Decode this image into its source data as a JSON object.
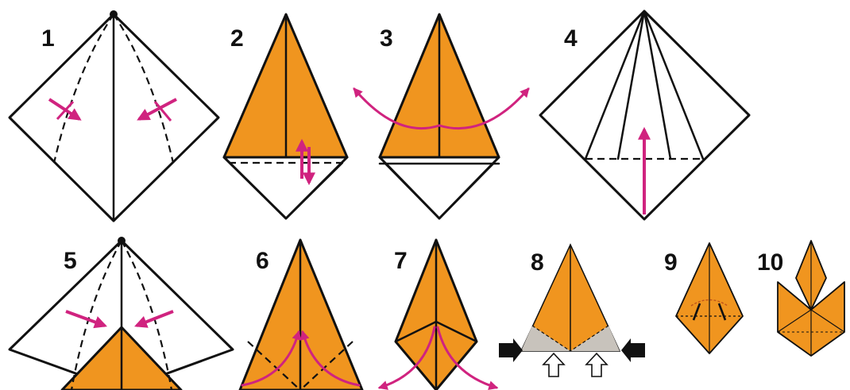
{
  "colors": {
    "paper": "#ffffff",
    "orange": "#f0951f",
    "line": "#111111",
    "arrow": "#d0237f",
    "shade": "#c8c3bc"
  },
  "steps": [
    {
      "label": "1"
    },
    {
      "label": "2"
    },
    {
      "label": "3"
    },
    {
      "label": "4"
    },
    {
      "label": "5"
    },
    {
      "label": "6"
    },
    {
      "label": "7"
    },
    {
      "label": "8"
    },
    {
      "label": "9"
    },
    {
      "label": "10"
    }
  ],
  "icons": {
    "fold_arrow": "magenta-curved-arrow-icon",
    "push_arrow": "black-push-arrow-icon",
    "open_arrow": "hollow-up-arrow-icon"
  }
}
